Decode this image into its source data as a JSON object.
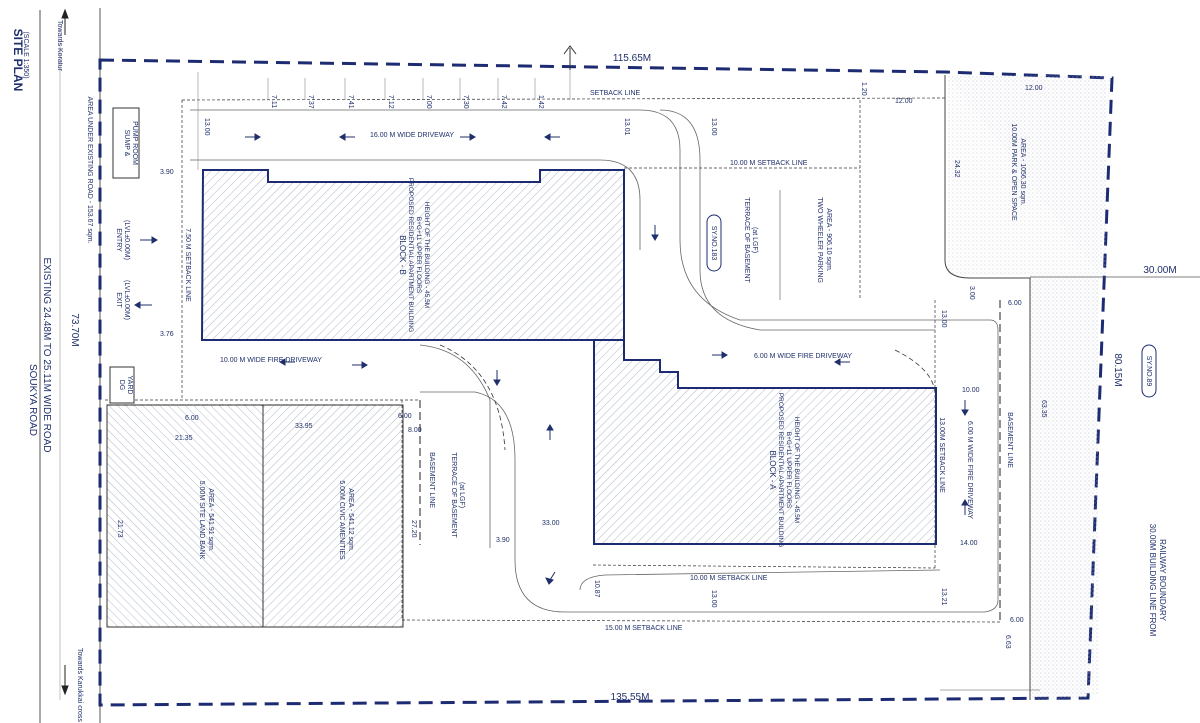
{
  "title": "SITE PLAN",
  "scale": "(SCALE 1:350)",
  "colors": {
    "ink": "#1f2f6b",
    "boundary": "#1d2c72",
    "hatch": "#7a8aa0",
    "bg": "#ffffff"
  },
  "roads": {
    "towards_koratur": "Towards Koratur",
    "towards_karukkai": "Towards Karukkai cross",
    "soukya_road": "SOUKYA ROAD",
    "existing_width": "EXISTING 24.48M TO 25.11M WIDE ROAD",
    "area_under_road": "AREA UNDER EXISTING ROAD - 153.67 sqm."
  },
  "boundary_dims": {
    "top": "115.65M",
    "bottom": "135.55M",
    "left": "73.70M",
    "right": "80.15M",
    "right_spur": "30.00M"
  },
  "blocks": {
    "block_b": {
      "name": "BLOCK - B",
      "desc": "PROPOSED RESIDENTIAL APARTMENT BUILDING",
      "floors": "B+G+11 UPPER FLOORS",
      "height": "HEIGHT OF THE BUILDING - 45.5M"
    },
    "block_a": {
      "name": "BLOCK - A",
      "desc": "PROPOSED RESIDENTIAL APARTMENT BUILDING",
      "floors": "B+G+11 UPPER FLOORS",
      "height": "HEIGHT OF THE BUILDING - 45.5M"
    }
  },
  "zones": {
    "sump": "SUMP &",
    "sump2": "PUMP ROOM",
    "dg": "DG",
    "dg2": "YARD",
    "entry": "ENTRY",
    "entry_lvl": "(LVL±0.00M)",
    "exit": "EXIT",
    "exit_lvl": "(LVL±0.00M)",
    "site_bank": "5.00M SITE LAND BANK",
    "site_bank_area": "AREA - 541.91 sqm.",
    "civic": "5.00M CIVIC AMENITIES",
    "civic_area": "AREA - 541.12 sqm.",
    "park": "10.00M PARK & OPEN SPACE",
    "park_area": "AREA - 1056.30 sqm.",
    "two_wheeler": "TWO WHEELER PARKING",
    "two_wheeler_area": "AREA - 906.10 sqm.",
    "terrace_basement_1": "TERRACE OF BASEMENT",
    "terrace_basement_1b": "(at LGF)",
    "terrace_basement_2": "TERRACE OF BASEMENT",
    "terrace_basement_2b": "(at LGF)",
    "sy_183": "SY.NO.183",
    "sy_89": "SY.NO.89",
    "railway": "30.00M BUILDING LINE FROM",
    "railway2": "RAILWAY BOUNDARY"
  },
  "lines": {
    "setback_top": "SETBACK LINE",
    "setback_10_upper": "10.00 M SETBACK LINE",
    "setback_750": "7.50 M SETBACK LINE",
    "setback_10_lower": "10.00 M SETBACK LINE",
    "setback_15": "15.00 M SETBACK LINE",
    "setback_13": "13.00M SETBACK LINE",
    "basement_right": "BASEMENT LINE",
    "basement_left": "BASEMENT LINE",
    "driveway_16": "16.00 M WIDE DRIVEWAY",
    "fire_10": "10.00 M WIDE FIRE DRIVEWAY",
    "fire_6_h": "6.00 M WIDE FIRE DRIVEWAY",
    "fire_6_v": "6.00 M WIDE FIRE DRIVEWAY"
  },
  "dims": {
    "top_ticks": [
      "7.11",
      "7.37",
      "7.41",
      "7.12",
      "7.00",
      "7.30",
      "7.42",
      "1.42"
    ],
    "d_1300_a": "13.00",
    "d_1301": "13.01",
    "d_1300_b": "13.00",
    "d_120": "1.20",
    "d_1200_a": "12.00",
    "d_1200_b": "12.00",
    "d_2432": "24.32",
    "d_390": "3.90",
    "d_376": "3.76",
    "d_300": "3.00",
    "d_600_a": "6.00",
    "d_1300_c": "13.00",
    "d_1000": "10.00",
    "d_6335": "63.35",
    "d_600_b": "6.00",
    "d_2135": "21.35",
    "d_3395": "33.95",
    "d_600_c": "6.00",
    "d_800": "8.00",
    "d_2173": "21.73",
    "d_2720": "27.20",
    "d_3300": "33.00",
    "d_390b": "3.90",
    "d_1087": "10.87",
    "d_1300_d": "13.00",
    "d_1321": "13.21",
    "d_600_d": "6.00",
    "d_663": "6.63",
    "d_1400": "14.00"
  }
}
